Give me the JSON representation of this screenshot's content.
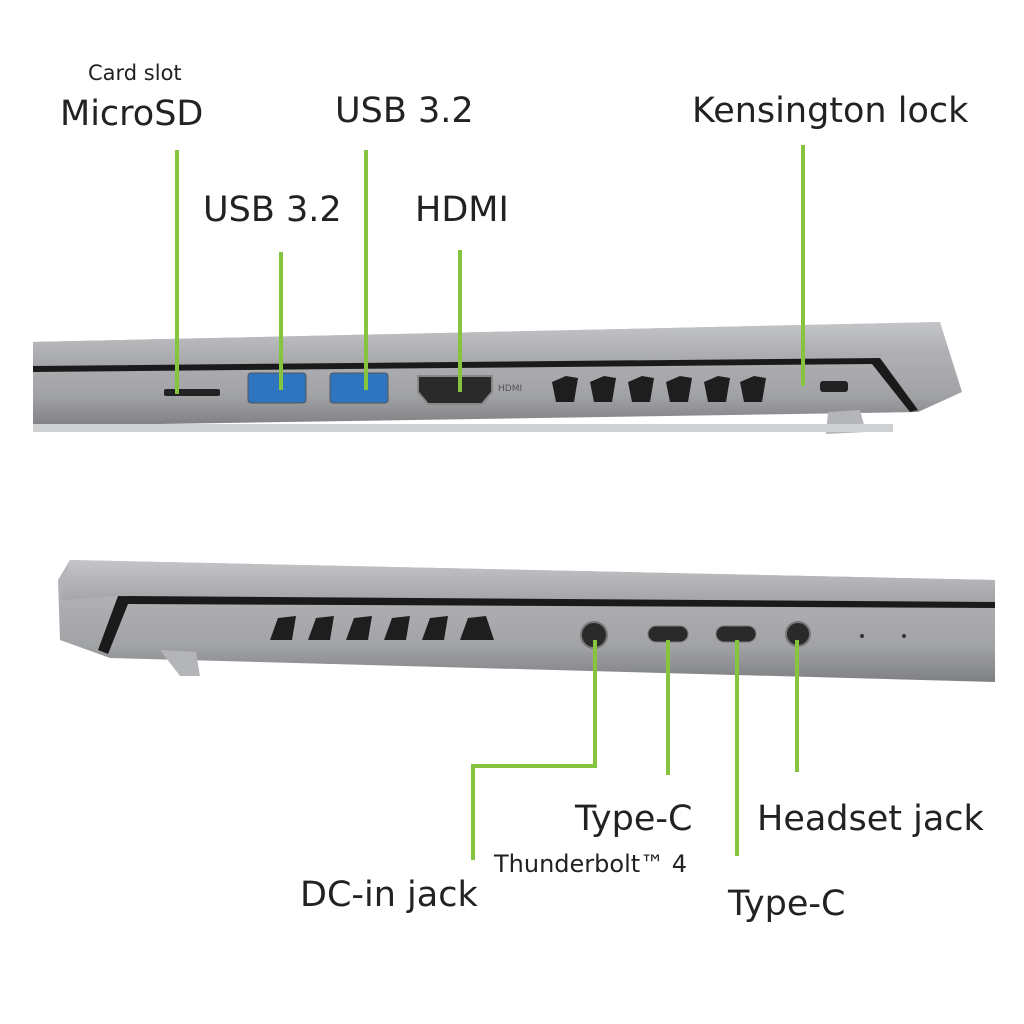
{
  "colors": {
    "callout_line": "#86c440",
    "chassis": "#a9aaad",
    "vent": "#1e1e1e",
    "usb_blue": "#2f74c0"
  },
  "top_side": {
    "labels": {
      "card_slot": "Card slot",
      "microsd": "MicroSD",
      "usb_left": "USB 3.2",
      "usb_right": "USB 3.2",
      "hdmi": "HDMI",
      "kensington": "Kensington lock"
    }
  },
  "bottom_side": {
    "labels": {
      "dc_in": "DC-in jack",
      "type_c_tb": "Type-C",
      "thunderbolt": "Thunderbolt™ 4",
      "type_c": "Type-C",
      "headset": "Headset jack"
    }
  }
}
